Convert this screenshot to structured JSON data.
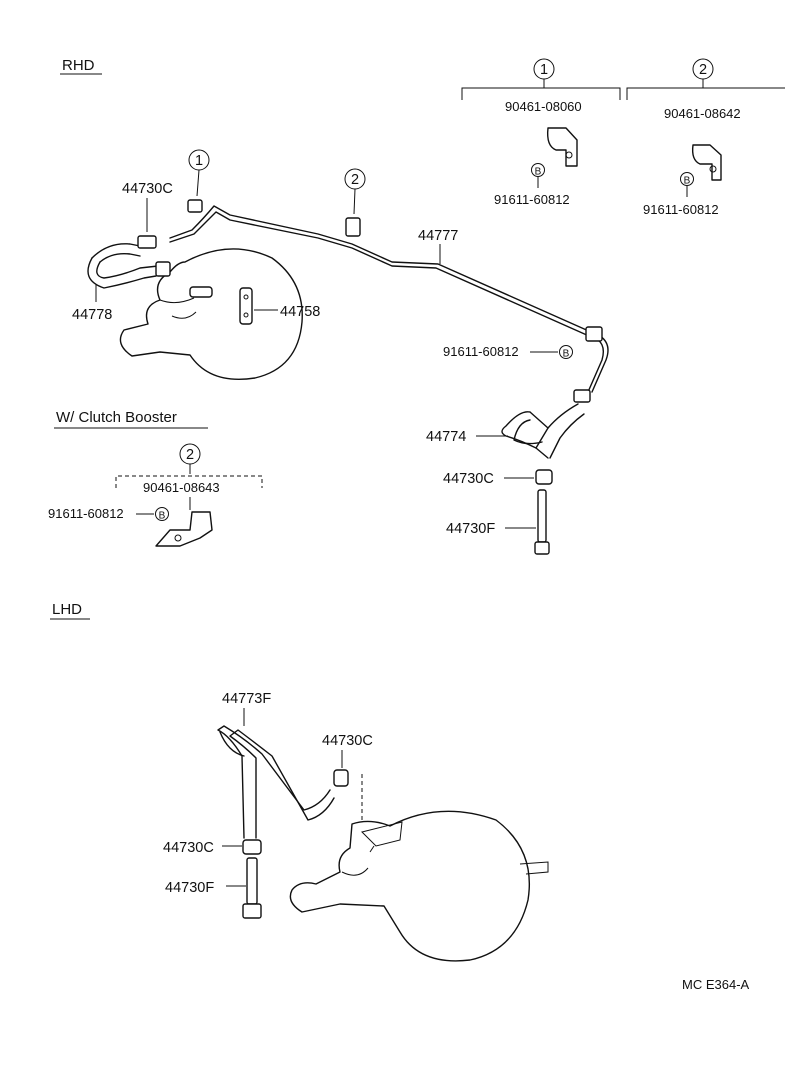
{
  "sections": {
    "rhd": "RHD",
    "lhd": "LHD",
    "clutch_booster": "W/ Clutch Booster"
  },
  "callouts": {
    "one": "1",
    "two": "2",
    "bolt": "B"
  },
  "legend": {
    "clamp1_part": "90461-08060",
    "clamp1_bolt": "91611-60812",
    "clamp2_part": "90461-08642",
    "clamp2_bolt": "91611-60812"
  },
  "rhd_labels": {
    "clip_top": "44730C",
    "hose_left": "44778",
    "booster_part": "44758",
    "pipe": "44777",
    "bolt_right": "91611-60812",
    "hose_right": "44774",
    "clip_right": "44730C",
    "union_right": "44730F"
  },
  "clutch_labels": {
    "clamp_part": "90461-08643",
    "bolt": "91611-60812"
  },
  "lhd_labels": {
    "hose": "44773F",
    "clip_upper": "44730C",
    "clip_lower": "44730C",
    "union": "44730F"
  },
  "footer": {
    "code": "MC  E364-A"
  }
}
